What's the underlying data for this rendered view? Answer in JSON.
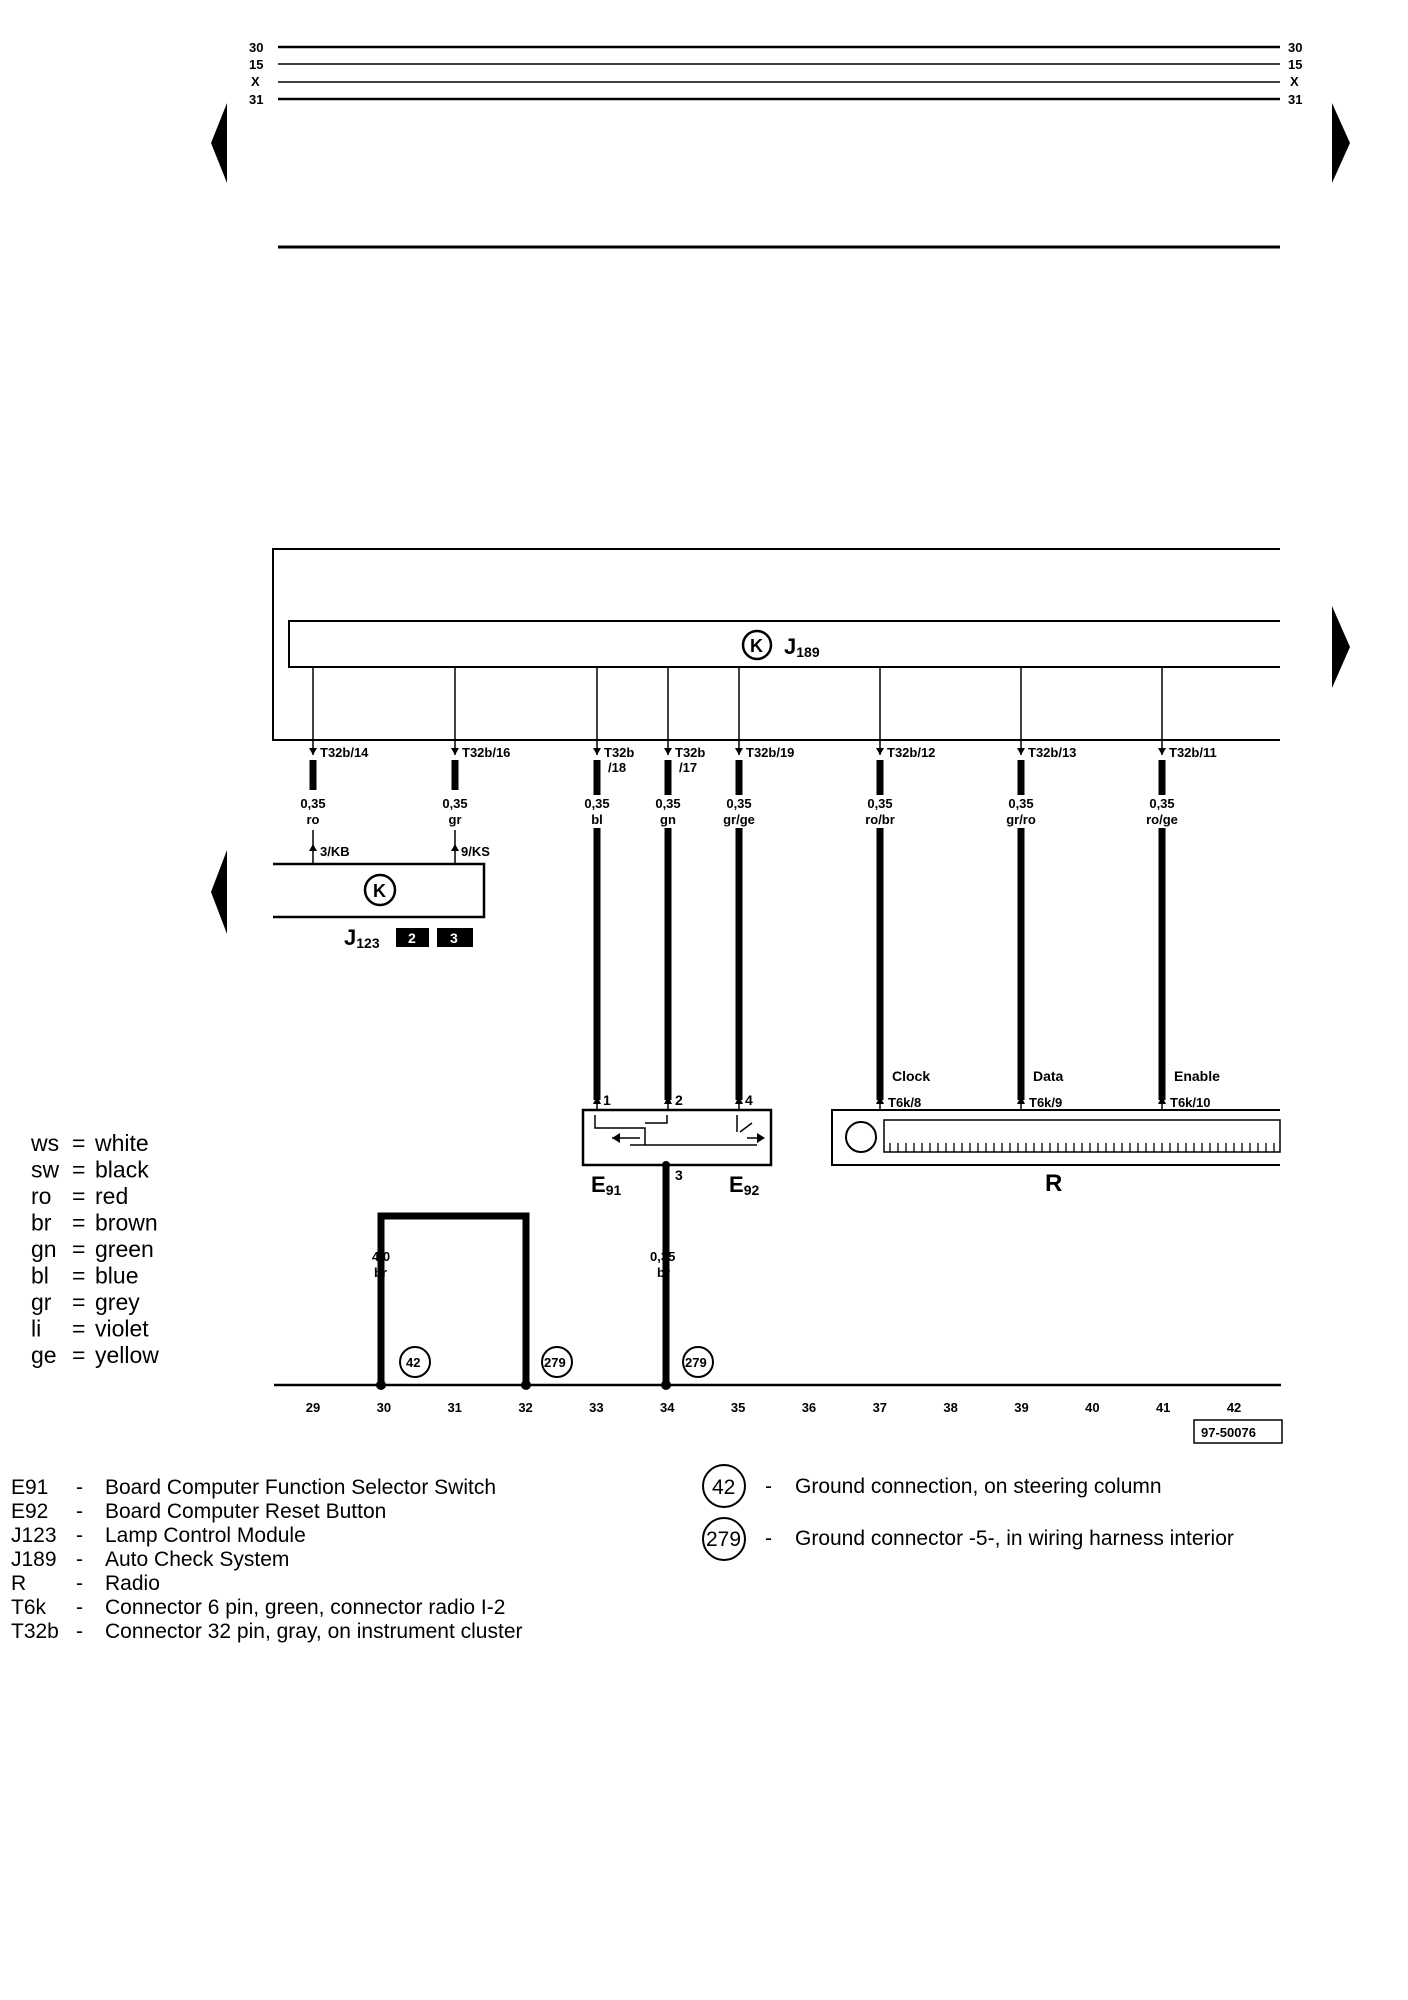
{
  "supply_rails": [
    "30",
    "15",
    "X",
    "31"
  ],
  "control_unit": {
    "label": "J",
    "sub": "189"
  },
  "lamp_module": {
    "label": "J",
    "sub": "123",
    "refs": [
      "2",
      "3"
    ],
    "pins": [
      "3/KB",
      "9/KS"
    ]
  },
  "wires": [
    {
      "pin": "T32b/14",
      "size": "0,35",
      "color": "ro"
    },
    {
      "pin": "T32b/16",
      "size": "0,35",
      "color": "gr"
    },
    {
      "pin_line1": "T32b",
      "pin_line2": "/18",
      "size": "0,35",
      "color": "bl"
    },
    {
      "pin_line1": "T32b",
      "pin_line2": "/17",
      "size": "0,35",
      "color": "gn"
    },
    {
      "pin": "T32b/19",
      "size": "0,35",
      "color": "gr/ge"
    },
    {
      "pin": "T32b/12",
      "size": "0,35",
      "color": "ro/br"
    },
    {
      "pin": "T32b/13",
      "size": "0,35",
      "color": "gr/ro"
    },
    {
      "pin": "T32b/11",
      "size": "0,35",
      "color": "ro/ge"
    }
  ],
  "switch": {
    "pins": [
      "1",
      "2",
      "4",
      "3"
    ],
    "left_label": "E",
    "left_sub": "91",
    "right_label": "E",
    "right_sub": "92"
  },
  "radio": {
    "label": "R",
    "signals": [
      {
        "name": "Clock",
        "pin": "T6k/8"
      },
      {
        "name": "Data",
        "pin": "T6k/9"
      },
      {
        "name": "Enable",
        "pin": "T6k/10"
      }
    ]
  },
  "ground_wires": [
    {
      "size": "4,0",
      "color": "br"
    },
    {
      "size": "0,35",
      "color": "br"
    }
  ],
  "ground_points": [
    "42",
    "279",
    "279"
  ],
  "tracks": [
    "29",
    "30",
    "31",
    "32",
    "33",
    "34",
    "35",
    "36",
    "37",
    "38",
    "39",
    "40",
    "41",
    "42"
  ],
  "ref_code": "97-50076",
  "color_legend": [
    {
      "code": "ws",
      "name": "white"
    },
    {
      "code": "sw",
      "name": "black"
    },
    {
      "code": "ro",
      "name": "red"
    },
    {
      "code": "br",
      "name": "brown"
    },
    {
      "code": "gn",
      "name": "green"
    },
    {
      "code": "bl",
      "name": "blue"
    },
    {
      "code": "gr",
      "name": "grey"
    },
    {
      "code": "li",
      "name": "violet"
    },
    {
      "code": "ge",
      "name": "yellow"
    }
  ],
  "components": [
    {
      "code": "E91",
      "desc": "Board Computer Function Selector Switch"
    },
    {
      "code": "E92",
      "desc": "Board Computer Reset Button"
    },
    {
      "code": "J123",
      "desc": "Lamp Control Module"
    },
    {
      "code": "J189",
      "desc": "Auto Check System"
    },
    {
      "code": "R",
      "desc": "Radio"
    },
    {
      "code": "T6k",
      "desc": "Connector 6 pin, green, connector radio I-2"
    },
    {
      "code": "T32b",
      "desc": "Connector 32 pin, gray, on instrument cluster"
    }
  ],
  "ground_legend": [
    {
      "num": "42",
      "desc": "Ground connection, on steering column"
    },
    {
      "num": "279",
      "desc": "Ground connector -5-, in wiring harness interior"
    }
  ]
}
